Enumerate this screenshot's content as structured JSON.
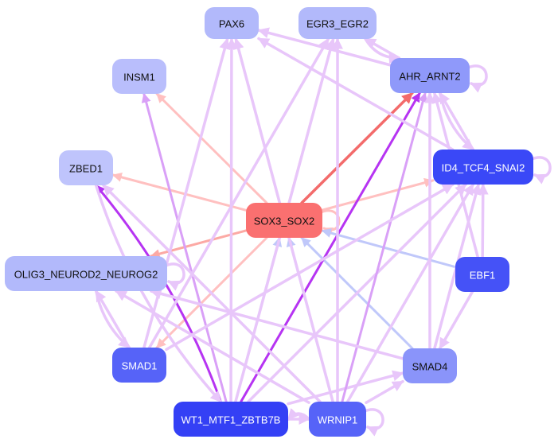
{
  "title": "Gene regulatory network",
  "colors": {
    "edge_light_purple": "#e8c6fa",
    "edge_purple": "#d9a0f7",
    "edge_strong_purple": "#b634f2",
    "edge_pink": "#ffc0c0",
    "edge_salmon": "#fca9a4",
    "edge_red": "#f36b6b",
    "edge_blue": "#c0c8fa"
  },
  "nodes": [
    {
      "id": "PAX6",
      "label": "PAX6",
      "fill": "#b2b9fb",
      "text": "#111111"
    },
    {
      "id": "EGR3_EGR2",
      "label": "EGR3_EGR2",
      "fill": "#b2b9fb",
      "text": "#111111"
    },
    {
      "id": "INSM1",
      "label": "INSM1",
      "fill": "#b9befc",
      "text": "#111111"
    },
    {
      "id": "AHR_ARNT2",
      "label": "AHR_ARNT2",
      "fill": "#8f99fa",
      "text": "#111111"
    },
    {
      "id": "ZBED1",
      "label": "ZBED1",
      "fill": "#bfc4fc",
      "text": "#111111"
    },
    {
      "id": "ID4_TCF4_SNAI2",
      "label": "ID4_TCF4_SNAI2",
      "fill": "#3a48f7",
      "text": "#ffffff"
    },
    {
      "id": "SOX3_SOX2",
      "label": "SOX3_SOX2",
      "fill": "#fa7070",
      "text": "#111111"
    },
    {
      "id": "OLIG3_NEUROD2_NEUROG2",
      "label": "OLIG3_NEUROD2_NEUROG2",
      "fill": "#b2b9fb",
      "text": "#111111"
    },
    {
      "id": "EBF1",
      "label": "EBF1",
      "fill": "#4552f7",
      "text": "#ffffff"
    },
    {
      "id": "SMAD1",
      "label": "SMAD1",
      "fill": "#5663f8",
      "text": "#ffffff"
    },
    {
      "id": "SMAD4",
      "label": "SMAD4",
      "fill": "#8a94fa",
      "text": "#111111"
    },
    {
      "id": "WT1_MTF1_ZBTB7B",
      "label": "WT1_MTF1_ZBTB7B",
      "fill": "#3440f5",
      "text": "#ffffff"
    },
    {
      "id": "WRNIP1",
      "label": "WRNIP1",
      "fill": "#5663f8",
      "text": "#ffffff"
    }
  ],
  "edges": [
    {
      "source": "SOX3_SOX2",
      "target": "PAX6",
      "color": "edge_pink"
    },
    {
      "source": "SOX3_SOX2",
      "target": "EGR3_EGR2",
      "color": "edge_pink"
    },
    {
      "source": "SOX3_SOX2",
      "target": "INSM1",
      "color": "edge_pink"
    },
    {
      "source": "SOX3_SOX2",
      "target": "AHR_ARNT2",
      "color": "edge_red"
    },
    {
      "source": "SOX3_SOX2",
      "target": "ZBED1",
      "color": "edge_pink"
    },
    {
      "source": "SOX3_SOX2",
      "target": "ID4_TCF4_SNAI2",
      "color": "edge_pink"
    },
    {
      "source": "SOX3_SOX2",
      "target": "OLIG3_NEUROD2_NEUROG2",
      "color": "edge_salmon"
    },
    {
      "source": "SOX3_SOX2",
      "target": "SMAD1",
      "color": "edge_pink"
    },
    {
      "source": "SOX3_SOX2",
      "target": "SOX3_SOX2",
      "color": "edge_pink"
    },
    {
      "source": "EBF1",
      "target": "SOX3_SOX2",
      "color": "edge_blue"
    },
    {
      "source": "SMAD4",
      "target": "SOX3_SOX2",
      "color": "edge_blue"
    },
    {
      "source": "WRNIP1",
      "target": "SOX3_SOX2",
      "color": "edge_blue"
    },
    {
      "source": "WT1_MTF1_ZBTB7B",
      "target": "SOX3_SOX2",
      "color": "edge_blue"
    },
    {
      "source": "WT1_MTF1_ZBTB7B",
      "target": "AHR_ARNT2",
      "color": "edge_strong_purple"
    },
    {
      "source": "WT1_MTF1_ZBTB7B",
      "target": "ZBED1",
      "color": "edge_strong_purple"
    },
    {
      "source": "WT1_MTF1_ZBTB7B",
      "target": "INSM1",
      "color": "edge_purple"
    },
    {
      "source": "WT1_MTF1_ZBTB7B",
      "target": "PAX6",
      "color": "edge_light_purple"
    },
    {
      "source": "WT1_MTF1_ZBTB7B",
      "target": "EGR3_EGR2",
      "color": "edge_light_purple"
    },
    {
      "source": "WT1_MTF1_ZBTB7B",
      "target": "ID4_TCF4_SNAI2",
      "color": "edge_light_purple"
    },
    {
      "source": "WT1_MTF1_ZBTB7B",
      "target": "WRNIP1",
      "color": "edge_light_purple"
    },
    {
      "source": "WT1_MTF1_ZBTB7B",
      "target": "SMAD4",
      "color": "edge_light_purple"
    },
    {
      "source": "WRNIP1",
      "target": "WT1_MTF1_ZBTB7B",
      "color": "edge_light_purple"
    },
    {
      "source": "WRNIP1",
      "target": "WRNIP1",
      "color": "edge_light_purple"
    },
    {
      "source": "WRNIP1",
      "target": "PAX6",
      "color": "edge_light_purple"
    },
    {
      "source": "WRNIP1",
      "target": "EGR3_EGR2",
      "color": "edge_light_purple"
    },
    {
      "source": "WRNIP1",
      "target": "AHR_ARNT2",
      "color": "edge_purple"
    },
    {
      "source": "WRNIP1",
      "target": "ID4_TCF4_SNAI2",
      "color": "edge_light_purple"
    },
    {
      "source": "WRNIP1",
      "target": "ZBED1",
      "color": "edge_light_purple"
    },
    {
      "source": "WRNIP1",
      "target": "OLIG3_NEUROD2_NEUROG2",
      "color": "edge_light_purple"
    },
    {
      "source": "WRNIP1",
      "target": "SMAD4",
      "color": "edge_light_purple"
    },
    {
      "source": "SMAD1",
      "target": "PAX6",
      "color": "edge_light_purple"
    },
    {
      "source": "SMAD1",
      "target": "EGR3_EGR2",
      "color": "edge_light_purple"
    },
    {
      "source": "SMAD1",
      "target": "OLIG3_NEUROD2_NEUROG2",
      "color": "edge_light_purple"
    },
    {
      "source": "SMAD1",
      "target": "ID4_TCF4_SNAI2",
      "color": "edge_light_purple"
    },
    {
      "source": "OLIG3_NEUROD2_NEUROG2",
      "target": "SMAD1",
      "color": "edge_light_purple"
    },
    {
      "source": "OLIG3_NEUROD2_NEUROG2",
      "target": "OLIG3_NEUROD2_NEUROG2",
      "color": "edge_light_purple"
    },
    {
      "source": "SMAD4",
      "target": "ID4_TCF4_SNAI2",
      "color": "edge_light_purple"
    },
    {
      "source": "SMAD4",
      "target": "AHR_ARNT2",
      "color": "edge_light_purple"
    },
    {
      "source": "SMAD4",
      "target": "OLIG3_NEUROD2_NEUROG2",
      "color": "edge_light_purple"
    },
    {
      "source": "EBF1",
      "target": "SMAD4",
      "color": "edge_light_purple"
    },
    {
      "source": "EBF1",
      "target": "ID4_TCF4_SNAI2",
      "color": "edge_light_purple"
    },
    {
      "source": "EBF1",
      "target": "AHR_ARNT2",
      "color": "edge_light_purple"
    },
    {
      "source": "ID4_TCF4_SNAI2",
      "target": "AHR_ARNT2",
      "color": "edge_light_purple"
    },
    {
      "source": "AHR_ARNT2",
      "target": "ID4_TCF4_SNAI2",
      "color": "edge_light_purple"
    },
    {
      "source": "ID4_TCF4_SNAI2",
      "target": "ID4_TCF4_SNAI2",
      "color": "edge_light_purple"
    },
    {
      "source": "ID4_TCF4_SNAI2",
      "target": "PAX6",
      "color": "edge_light_purple"
    },
    {
      "source": "AHR_ARNT2",
      "target": "AHR_ARNT2",
      "color": "edge_light_purple"
    },
    {
      "source": "AHR_ARNT2",
      "target": "EGR3_EGR2",
      "color": "edge_light_purple"
    },
    {
      "source": "EGR3_EGR2",
      "target": "AHR_ARNT2",
      "color": "edge_light_purple"
    },
    {
      "source": "AHR_ARNT2",
      "target": "PAX6",
      "color": "edge_light_purple"
    },
    {
      "source": "ZBED1",
      "target": "WT1_MTF1_ZBTB7B",
      "color": "edge_light_purple"
    }
  ]
}
